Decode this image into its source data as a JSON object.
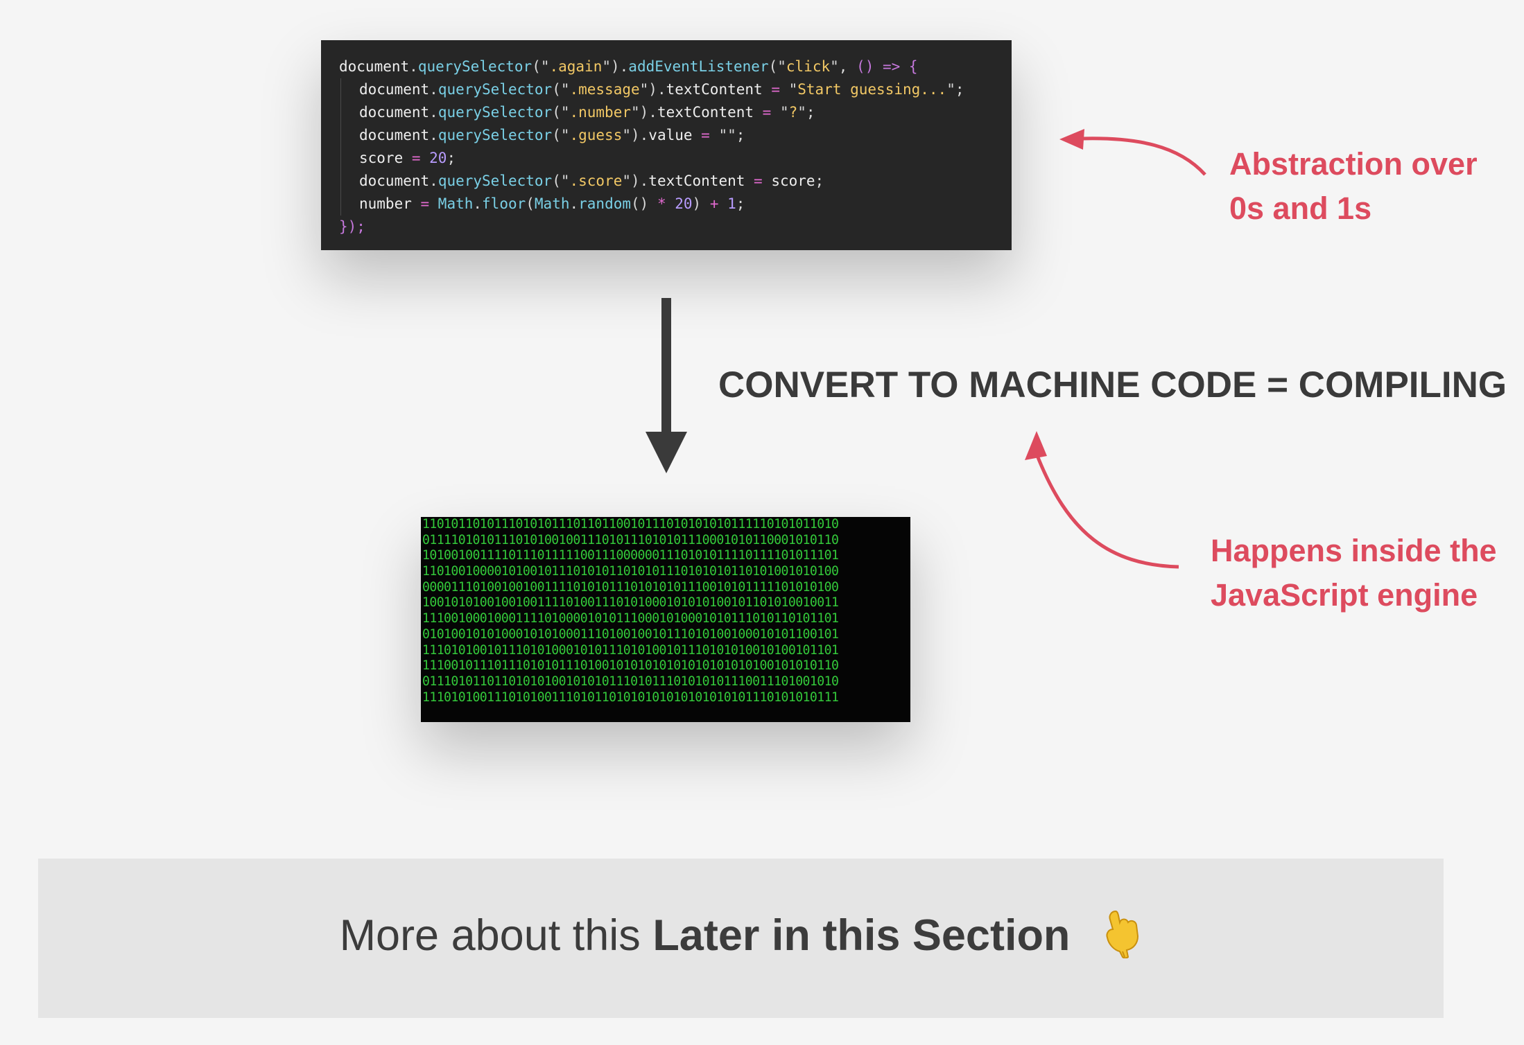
{
  "code": {
    "lines": [
      {
        "indent": false,
        "tokens": [
          {
            "t": "document",
            "c": "t-id"
          },
          {
            "t": ".",
            "c": "t-punc"
          },
          {
            "t": "querySelector",
            "c": "t-fn"
          },
          {
            "t": "(\"",
            "c": "t-punc"
          },
          {
            "t": ".again",
            "c": "t-str"
          },
          {
            "t": "\")",
            "c": "t-punc"
          },
          {
            "t": ".",
            "c": "t-punc"
          },
          {
            "t": "addEventListener",
            "c": "t-fn"
          },
          {
            "t": "(\"",
            "c": "t-punc"
          },
          {
            "t": "click",
            "c": "t-str"
          },
          {
            "t": "\", ",
            "c": "t-punc"
          },
          {
            "t": "() => {",
            "c": "t-brace"
          }
        ]
      },
      {
        "indent": true,
        "tokens": [
          {
            "t": "document",
            "c": "t-id"
          },
          {
            "t": ".",
            "c": "t-punc"
          },
          {
            "t": "querySelector",
            "c": "t-fn"
          },
          {
            "t": "(\"",
            "c": "t-punc"
          },
          {
            "t": ".message",
            "c": "t-str"
          },
          {
            "t": "\")",
            "c": "t-punc"
          },
          {
            "t": ".",
            "c": "t-punc"
          },
          {
            "t": "textContent",
            "c": "t-id"
          },
          {
            "t": " = ",
            "c": "t-op"
          },
          {
            "t": "\"",
            "c": "t-punc"
          },
          {
            "t": "Start guessing...",
            "c": "t-str"
          },
          {
            "t": "\";",
            "c": "t-punc"
          }
        ]
      },
      {
        "indent": true,
        "tokens": [
          {
            "t": "document",
            "c": "t-id"
          },
          {
            "t": ".",
            "c": "t-punc"
          },
          {
            "t": "querySelector",
            "c": "t-fn"
          },
          {
            "t": "(\"",
            "c": "t-punc"
          },
          {
            "t": ".number",
            "c": "t-str"
          },
          {
            "t": "\")",
            "c": "t-punc"
          },
          {
            "t": ".",
            "c": "t-punc"
          },
          {
            "t": "textContent",
            "c": "t-id"
          },
          {
            "t": " = ",
            "c": "t-op"
          },
          {
            "t": "\"",
            "c": "t-punc"
          },
          {
            "t": "?",
            "c": "t-str"
          },
          {
            "t": "\";",
            "c": "t-punc"
          }
        ]
      },
      {
        "indent": true,
        "tokens": [
          {
            "t": "document",
            "c": "t-id"
          },
          {
            "t": ".",
            "c": "t-punc"
          },
          {
            "t": "querySelector",
            "c": "t-fn"
          },
          {
            "t": "(\"",
            "c": "t-punc"
          },
          {
            "t": ".guess",
            "c": "t-str"
          },
          {
            "t": "\")",
            "c": "t-punc"
          },
          {
            "t": ".",
            "c": "t-punc"
          },
          {
            "t": "value",
            "c": "t-id"
          },
          {
            "t": " = ",
            "c": "t-op"
          },
          {
            "t": "\"\";",
            "c": "t-punc"
          }
        ]
      },
      {
        "indent": true,
        "tokens": [
          {
            "t": "score",
            "c": "t-id"
          },
          {
            "t": " = ",
            "c": "t-op"
          },
          {
            "t": "20",
            "c": "t-num"
          },
          {
            "t": ";",
            "c": "t-punc"
          }
        ]
      },
      {
        "indent": true,
        "tokens": [
          {
            "t": "document",
            "c": "t-id"
          },
          {
            "t": ".",
            "c": "t-punc"
          },
          {
            "t": "querySelector",
            "c": "t-fn"
          },
          {
            "t": "(\"",
            "c": "t-punc"
          },
          {
            "t": ".score",
            "c": "t-str"
          },
          {
            "t": "\")",
            "c": "t-punc"
          },
          {
            "t": ".",
            "c": "t-punc"
          },
          {
            "t": "textContent",
            "c": "t-id"
          },
          {
            "t": " = ",
            "c": "t-op"
          },
          {
            "t": "score",
            "c": "t-id"
          },
          {
            "t": ";",
            "c": "t-punc"
          }
        ]
      },
      {
        "indent": true,
        "tokens": [
          {
            "t": "number",
            "c": "t-id"
          },
          {
            "t": " = ",
            "c": "t-op"
          },
          {
            "t": "Math",
            "c": "t-fn"
          },
          {
            "t": ".",
            "c": "t-punc"
          },
          {
            "t": "floor",
            "c": "t-fn"
          },
          {
            "t": "(",
            "c": "t-punc"
          },
          {
            "t": "Math",
            "c": "t-fn"
          },
          {
            "t": ".",
            "c": "t-punc"
          },
          {
            "t": "random",
            "c": "t-fn"
          },
          {
            "t": "()",
            "c": "t-punc"
          },
          {
            "t": " * ",
            "c": "t-op"
          },
          {
            "t": "20",
            "c": "t-num"
          },
          {
            "t": ")",
            "c": "t-punc"
          },
          {
            "t": " + ",
            "c": "t-op"
          },
          {
            "t": "1",
            "c": "t-num"
          },
          {
            "t": ";",
            "c": "t-punc"
          }
        ]
      },
      {
        "indent": false,
        "tokens": [
          {
            "t": "});",
            "c": "t-brace"
          }
        ]
      }
    ]
  },
  "labels": {
    "compile": "CONVERT TO MACHINE CODE = COMPILING",
    "abstraction_line1": "Abstraction over",
    "abstraction_line2": "0s and 1s",
    "engine_line1": "Happens inside the",
    "engine_line2": "JavaScript engine"
  },
  "binary": {
    "lines": [
      "1101011010111010101110110110010111010101010111110101011010",
      "0111101010111010100100111010111010101110001010110001010110",
      "1010010011110111011111001110000001110101011110111101011101",
      "1101001000010100101110101011010101110101010110101001010100",
      "0000111010010010011110101011101010101110010101111101010100",
      "1001010100100100111101001110101000101010100101101010010011",
      "1110010001000111101000010101110001010001010111010110101101",
      "0101001010100010101000111010010010111010100100010101100101",
      "1110101001011101010001010111010100101110101010010100101101",
      "1110010111011101010111010010101010101010101010100101010110",
      "0111010110110101010010101011101011101010101110011101001010",
      "1110101001110101001110101101010101010101010101110101010111"
    ]
  },
  "footer": {
    "light": "More about this ",
    "bold": "Later in this Section"
  },
  "colors": {
    "accent_red": "#dd4b5e",
    "code_bg": "#262626",
    "binary_green": "#33c83a",
    "text_dark": "#3a3a3a"
  },
  "icons": {
    "footer": "pointing-down-hand-icon"
  }
}
